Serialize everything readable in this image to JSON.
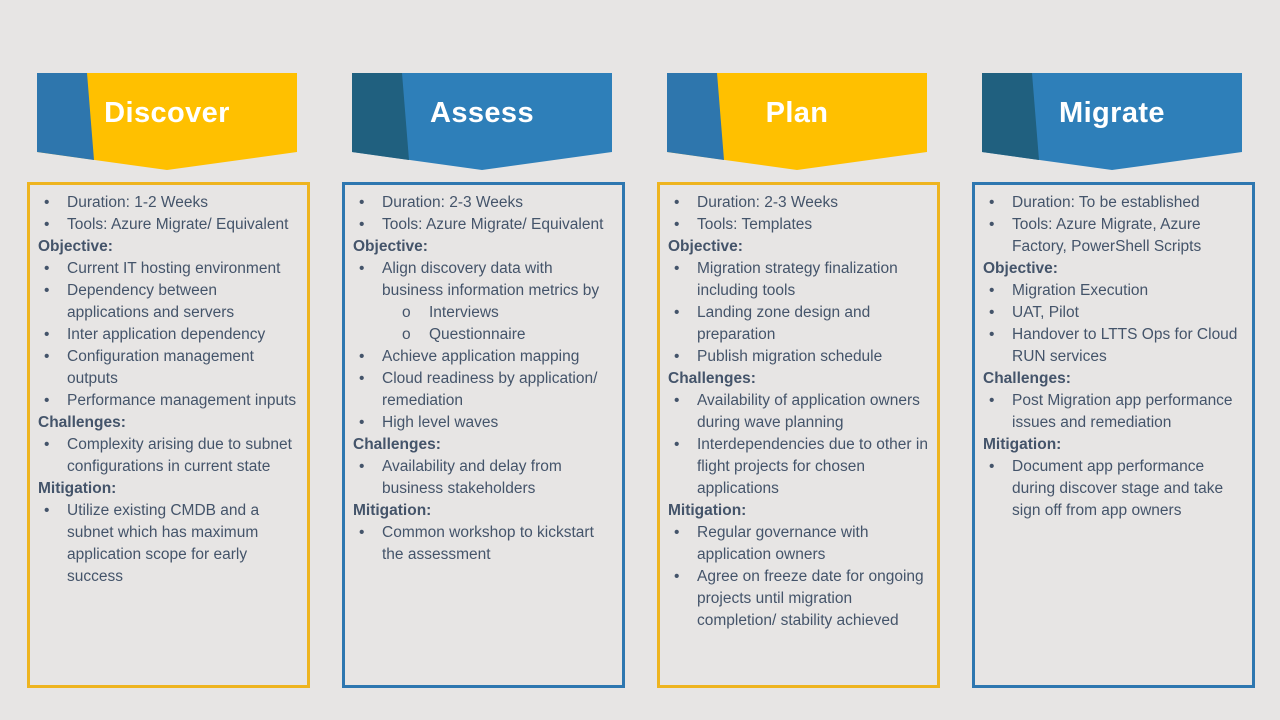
{
  "slide": {
    "background": "#E7E5E4",
    "text_color": "#44546A"
  },
  "markers": {
    "bullet": "•",
    "sub": "o"
  },
  "themes": {
    "gold": {
      "banner": "#FFC000",
      "accent": "#2E76AD",
      "border": "#EEB41F"
    },
    "blue": {
      "banner": "#2E7FB9",
      "accent": "#20607F",
      "border": "#2E77B0"
    }
  },
  "phases": [
    {
      "title": "Discover",
      "theme": "gold",
      "items": [
        {
          "type": "bullet",
          "text": "Duration: 1-2 Weeks"
        },
        {
          "type": "bullet",
          "text": "Tools: Azure Migrate/ Equivalent"
        },
        {
          "type": "heading",
          "text": "Objective:"
        },
        {
          "type": "bullet",
          "text": "Current IT hosting environment"
        },
        {
          "type": "bullet",
          "text": "Dependency between applications and servers"
        },
        {
          "type": "bullet",
          "text": "Inter application dependency"
        },
        {
          "type": "bullet",
          "text": "Configuration management outputs"
        },
        {
          "type": "bullet",
          "text": "Performance management inputs"
        },
        {
          "type": "heading",
          "text": "Challenges:"
        },
        {
          "type": "bullet",
          "text": "Complexity arising due to subnet configurations in current state"
        },
        {
          "type": "heading",
          "text": "Mitigation:"
        },
        {
          "type": "bullet",
          "text": "Utilize existing CMDB and a subnet which has maximum application scope for early success"
        }
      ]
    },
    {
      "title": "Assess",
      "theme": "blue",
      "items": [
        {
          "type": "bullet",
          "text": "Duration: 2-3 Weeks"
        },
        {
          "type": "bullet",
          "text": "Tools: Azure Migrate/ Equivalent"
        },
        {
          "type": "heading",
          "text": "Objective:"
        },
        {
          "type": "bullet",
          "text": "Align discovery data with business information metrics by"
        },
        {
          "type": "sub",
          "text": "Interviews"
        },
        {
          "type": "sub",
          "text": "Questionnaire"
        },
        {
          "type": "bullet",
          "text": "Achieve application mapping"
        },
        {
          "type": "bullet",
          "text": "Cloud readiness by application/ remediation"
        },
        {
          "type": "bullet",
          "text": "High level waves"
        },
        {
          "type": "heading",
          "text": "Challenges:"
        },
        {
          "type": "bullet",
          "text": "Availability and delay from business stakeholders"
        },
        {
          "type": "heading",
          "text": "Mitigation:"
        },
        {
          "type": "bullet",
          "text": "Common workshop to kickstart the assessment"
        }
      ]
    },
    {
      "title": "Plan",
      "theme": "gold",
      "items": [
        {
          "type": "bullet",
          "text": "Duration: 2-3 Weeks"
        },
        {
          "type": "bullet",
          "text": "Tools: Templates"
        },
        {
          "type": "heading",
          "text": "Objective:"
        },
        {
          "type": "bullet",
          "text": "Migration strategy finalization including tools"
        },
        {
          "type": "bullet",
          "text": "Landing zone design and preparation"
        },
        {
          "type": "bullet",
          "text": "Publish migration schedule"
        },
        {
          "type": "heading",
          "text": "Challenges:"
        },
        {
          "type": "bullet",
          "text": "Availability of application owners during wave planning"
        },
        {
          "type": "bullet",
          "text": "Interdependencies due to other in flight projects for chosen applications"
        },
        {
          "type": "heading",
          "text": "Mitigation:"
        },
        {
          "type": "bullet",
          "text": "Regular governance with application owners"
        },
        {
          "type": "bullet",
          "text": "Agree on freeze date for ongoing projects until migration completion/ stability achieved"
        }
      ]
    },
    {
      "title": "Migrate",
      "theme": "blue",
      "items": [
        {
          "type": "bullet",
          "text": "Duration: To be established"
        },
        {
          "type": "bullet",
          "text": "Tools: Azure Migrate, Azure Factory, PowerShell Scripts"
        },
        {
          "type": "heading",
          "text": "Objective:"
        },
        {
          "type": "bullet",
          "text": "Migration Execution"
        },
        {
          "type": "bullet",
          "text": "UAT, Pilot"
        },
        {
          "type": "bullet",
          "text": "Handover to LTTS Ops for Cloud RUN services"
        },
        {
          "type": "heading",
          "text": "Challenges:"
        },
        {
          "type": "bullet",
          "text": "Post Migration app performance issues and remediation"
        },
        {
          "type": "heading",
          "text": "Mitigation:"
        },
        {
          "type": "bullet",
          "text": "Document app performance during discover stage and take sign off from app owners"
        }
      ]
    }
  ]
}
